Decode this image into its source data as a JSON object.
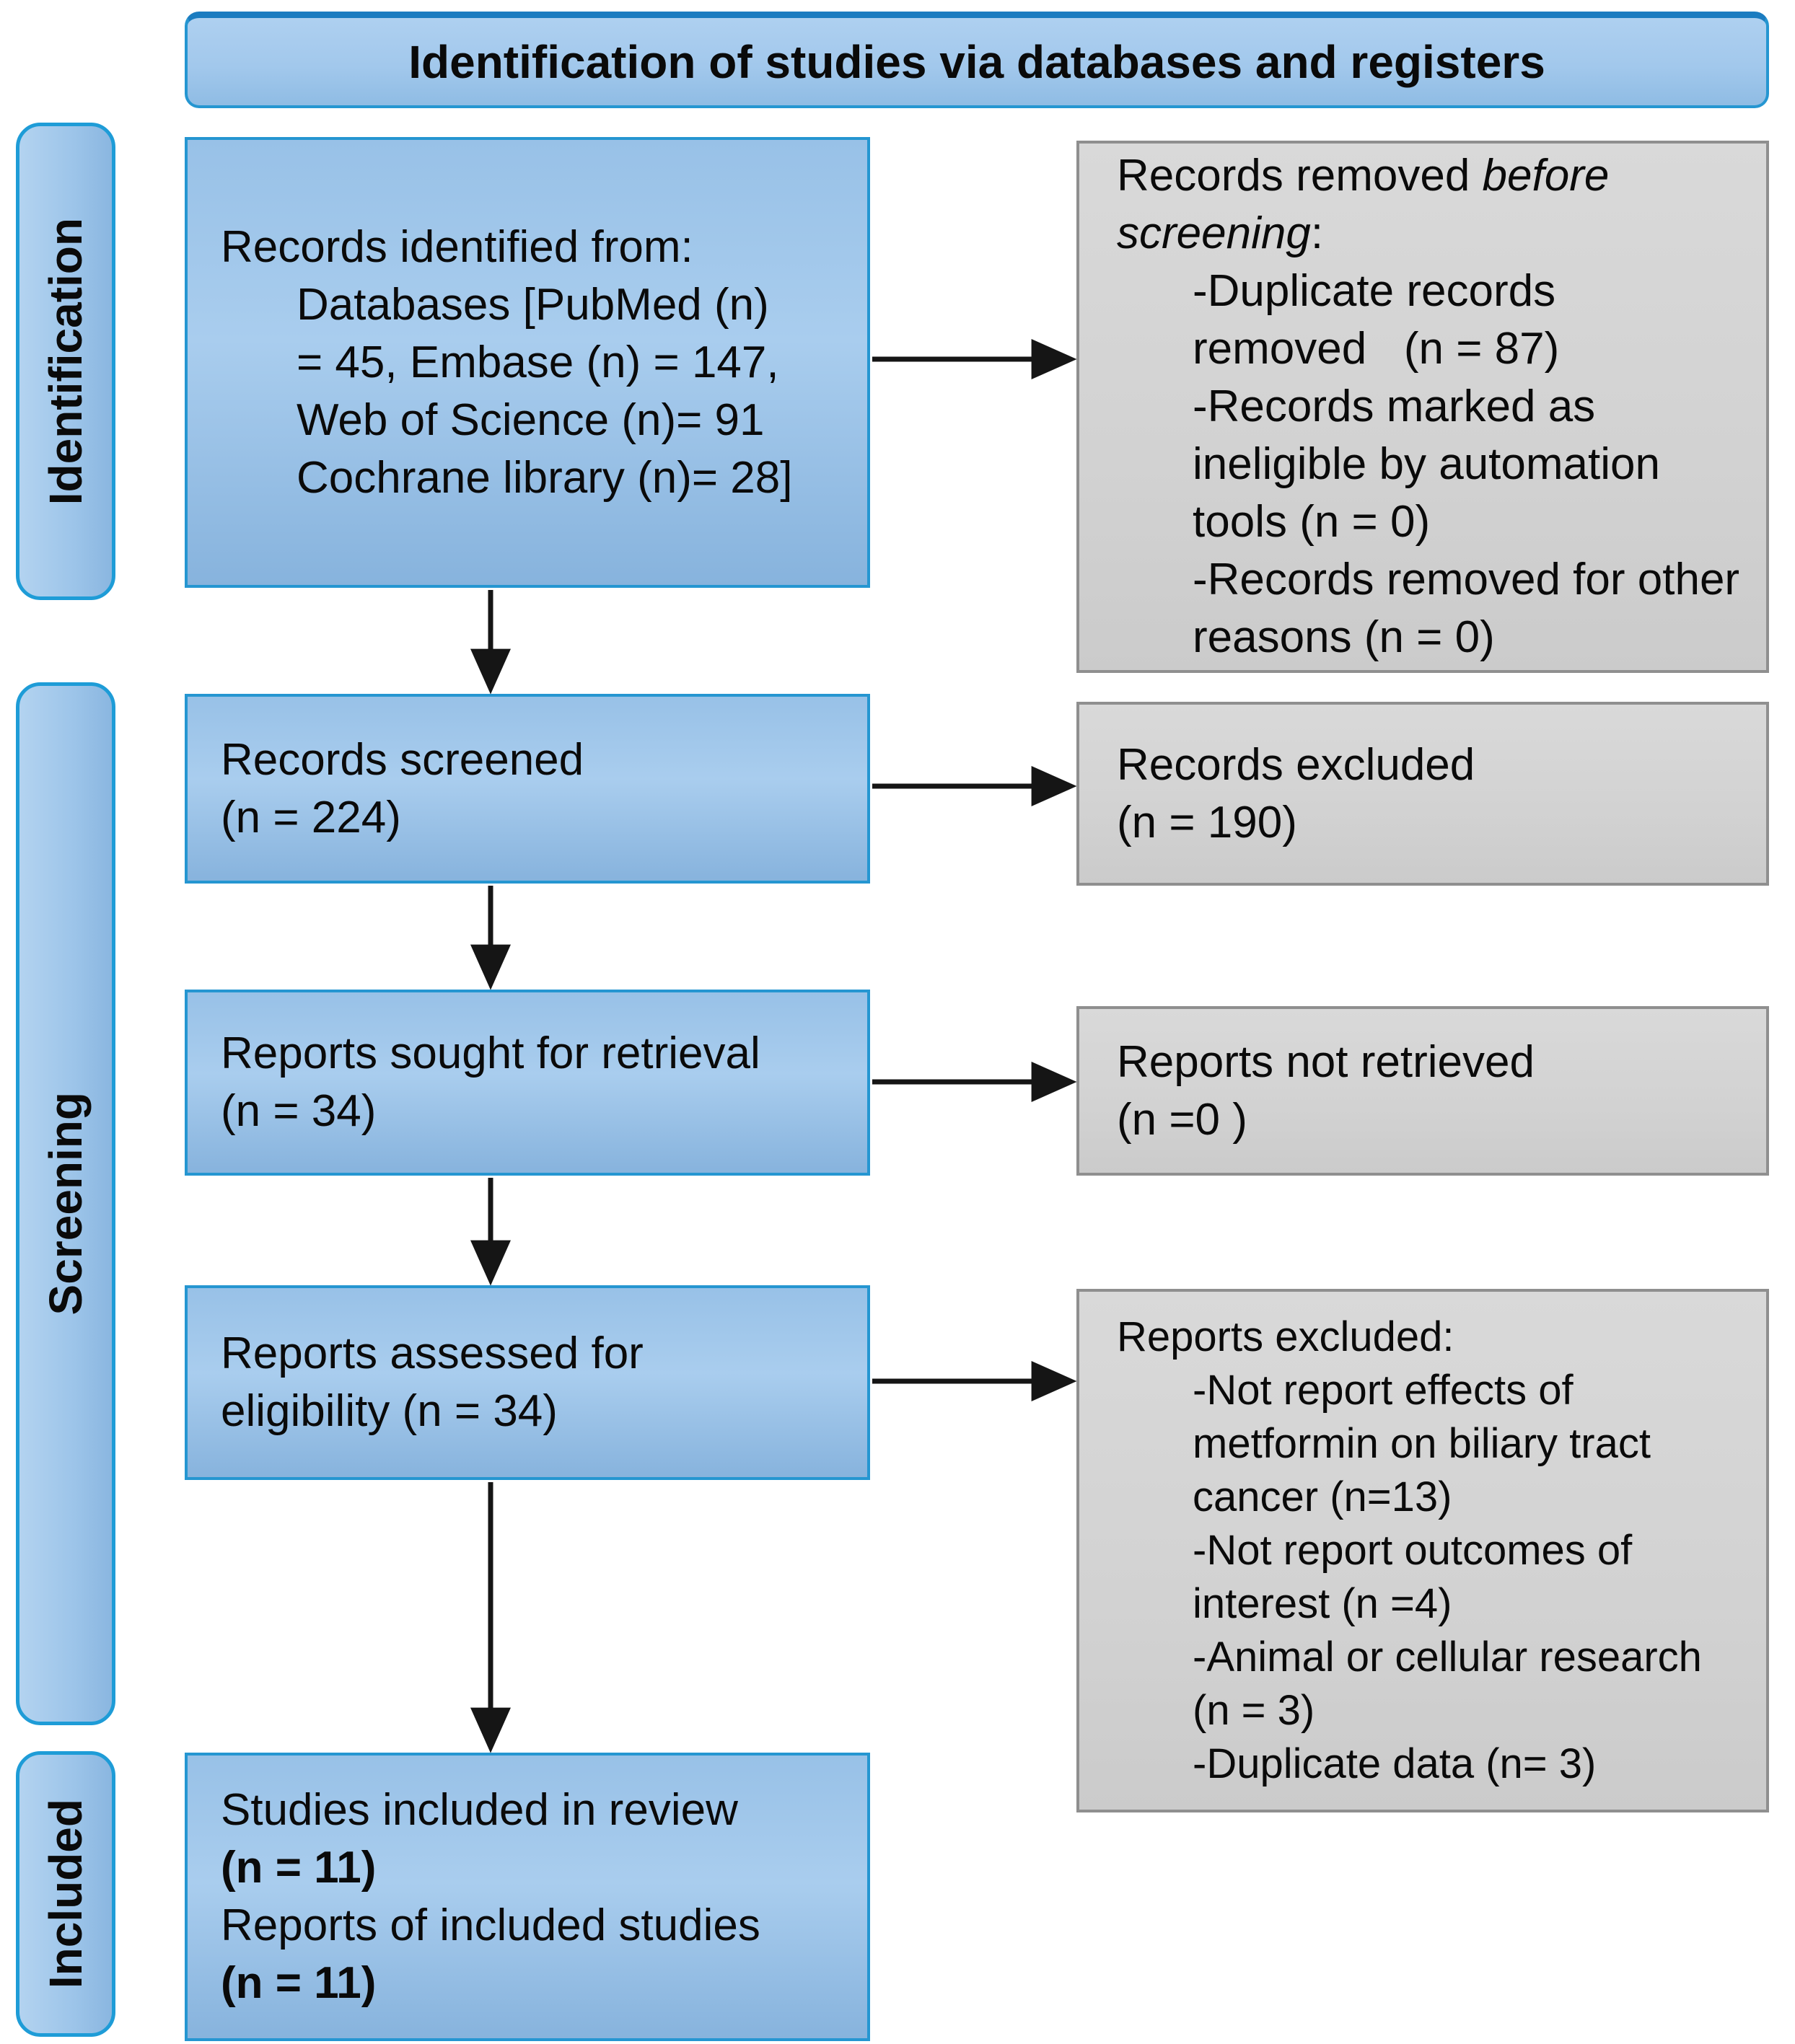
{
  "banner": {
    "title": "Identification of studies via databases and registers"
  },
  "stages": {
    "identification": "Identification",
    "screening": "Screening",
    "included": "Included"
  },
  "flow": {
    "box1": {
      "line1": "Records identified from:",
      "lines": [
        "Databases [PubMed (n)",
        "= 45, Embase (n) = 147,",
        "Web of Science (n)= 91",
        "Cochrane library (n)= 28]"
      ]
    },
    "box2": {
      "line1": "Records screened",
      "line2": "(n = 224)"
    },
    "box3": {
      "line1": "Reports sought for retrieval",
      "line2": "(n = 34)"
    },
    "box4": {
      "line1": "Reports assessed for",
      "line2": "eligibility (n = 34)"
    },
    "box5": {
      "line1": "Studies included in review",
      "line2": "(n = 11)",
      "line3": "Reports of included studies",
      "line4": "(n = 11)"
    }
  },
  "exclusions": {
    "boxA": {
      "head_prefix": "Records removed ",
      "head_italic": "before screening",
      "head_suffix": ":",
      "items": [
        "-Duplicate records removed   (n = 87)",
        "-Records marked as ineligible by automation tools (n = 0)",
        "-Records removed for other reasons (n = 0)"
      ]
    },
    "boxB": {
      "line1": "Records excluded",
      "line2": "(n = 190)"
    },
    "boxC": {
      "line1": "Reports not retrieved",
      "line2": "(n =0 )"
    },
    "boxD": {
      "head": "Reports excluded:",
      "items": [
        "-Not report effects of metformin on biliary tract cancer (n=13)",
        "-Not report outcomes of interest (n =4)",
        "-Animal or cellular research (n = 3)",
        "-Duplicate data (n= 3)"
      ]
    }
  },
  "colors": {
    "accent_blue_border": "#2596d1",
    "banner_top_border": "#1b7cc0",
    "box_blue_fill": "#9fc5e8",
    "box_gray_fill": "#d2d2d2",
    "gray_border": "#8f8f8f",
    "arrow": "#151515",
    "text": "#0a0a0a"
  }
}
